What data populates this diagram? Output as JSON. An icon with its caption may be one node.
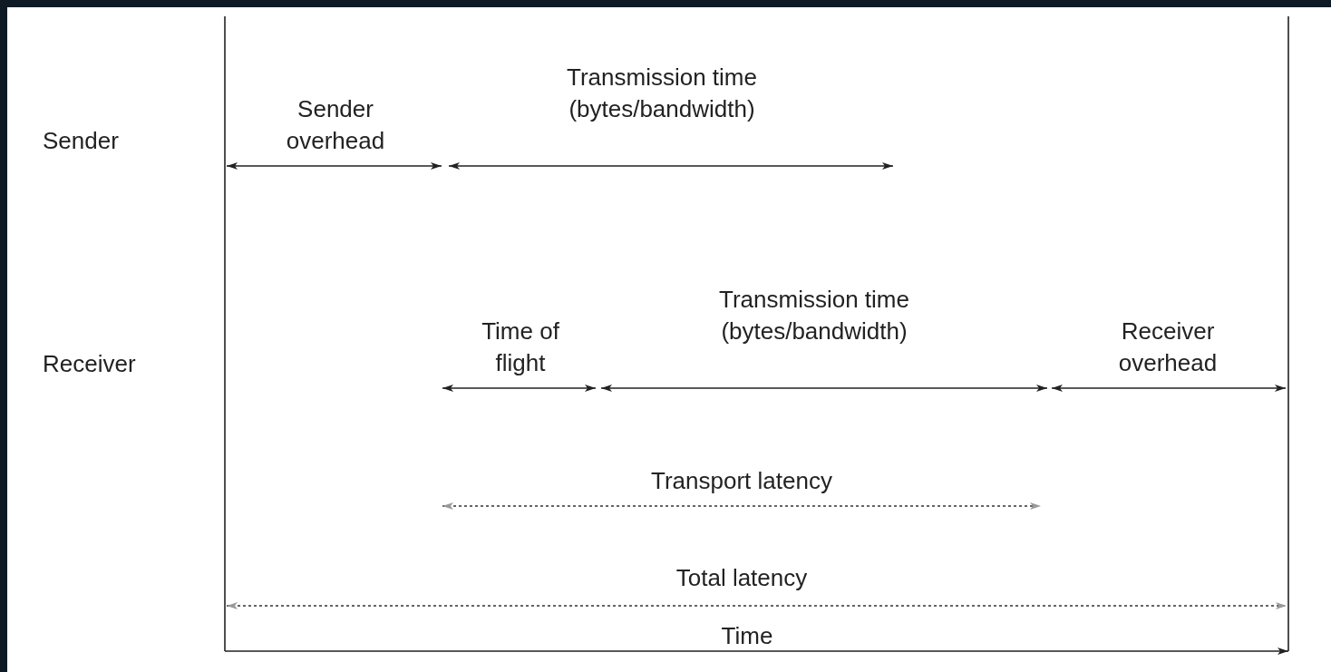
{
  "diagram": {
    "labels": [
      "Sender",
      "Sender overhead",
      "Transmission time (bytes/bandwidth)",
      "Receiver",
      "Time of flight",
      "Transmission time (bytes/bandwidth)",
      "Receiver overhead",
      "Transport latency",
      "Total latency",
      "Time"
    ]
  }
}
